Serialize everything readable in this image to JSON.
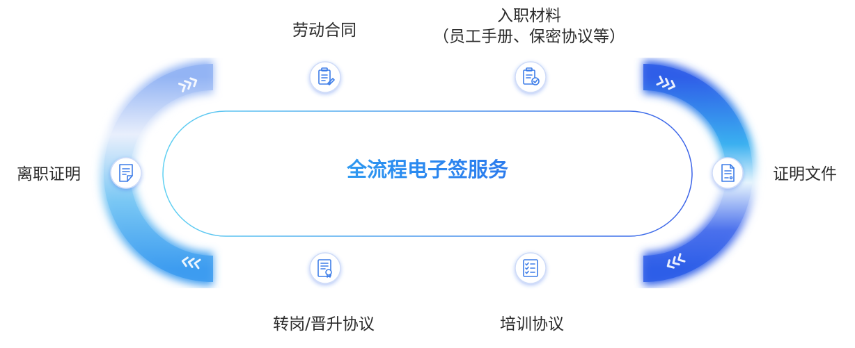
{
  "center_title": "全流程电子签服务",
  "stages": [
    {
      "label": "劳动合同",
      "icon": "clipboard-signature-icon"
    },
    {
      "label_line1": "入职材料",
      "label_line2": "（员工手册、保密协议等）",
      "icon": "clipboard-check-icon"
    },
    {
      "label": "证明文件",
      "icon": "document-certificate-icon"
    },
    {
      "label": "培训协议",
      "icon": "checklist-icon"
    },
    {
      "label": "转岗/晋升协议",
      "icon": "document-seal-icon"
    },
    {
      "label": "离职证明",
      "icon": "document-edit-icon"
    }
  ],
  "colors": {
    "ring_light": "#e8eefb",
    "ring_blue": "#2f5de8",
    "ring_cyan": "#47b6f2",
    "inner_border": "#53a8f0",
    "node_stroke": "#3d7de8",
    "arrow": "#ffffff"
  },
  "flow_direction": "clockwise"
}
